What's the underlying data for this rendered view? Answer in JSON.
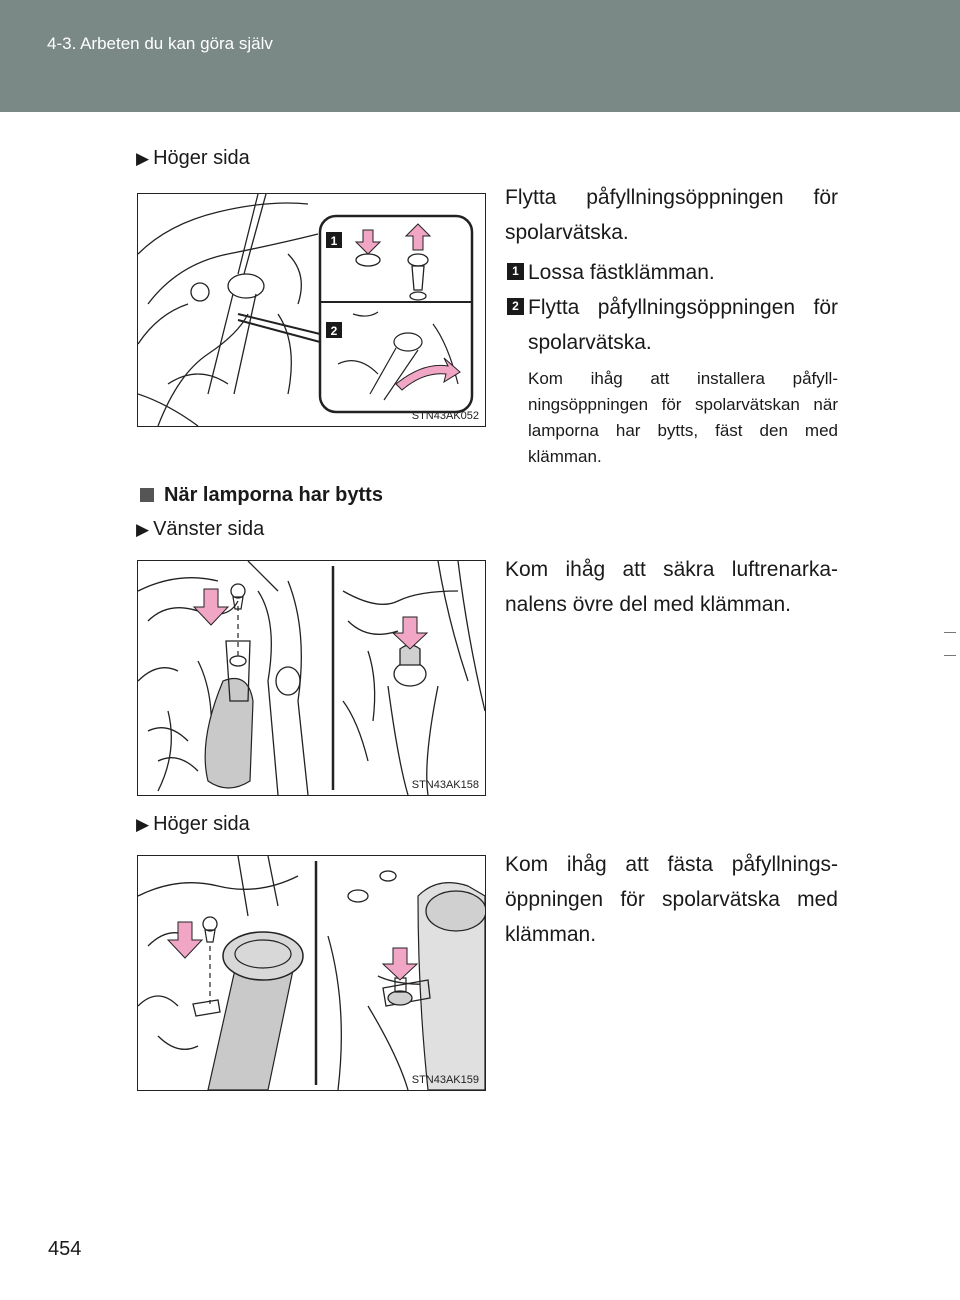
{
  "header": {
    "section": "4-3. Arbeten du kan göra själv"
  },
  "page_number": "454",
  "section1": {
    "bullet": "Höger sida",
    "intro": "Flytta påfyllningsöppningen för spolarvätska.",
    "steps": [
      {
        "num": "1",
        "text": "Lossa fästklämman."
      },
      {
        "num": "2",
        "text": "Flytta påfyllningsöppningen för spolarvätska."
      }
    ],
    "note": "Kom ihåg att installera påfyll-ningsöppningen för spolarvätskan när lamporna har bytts, fäst den med klämman.",
    "figure_code": "STN43AK052",
    "figure_labels": [
      "1",
      "2"
    ]
  },
  "section2": {
    "heading": "När lamporna har bytts",
    "left": {
      "bullet": "Vänster sida",
      "text": "Kom ihåg att säkra luftrenarka-nalens övre del med klämman.",
      "figure_code": "STN43AK158"
    },
    "right": {
      "bullet": "Höger sida",
      "text": "Kom ihåg att fästa påfyllnings-öppningen för spolarvätska med klämman.",
      "figure_code": "STN43AK159"
    }
  },
  "colors": {
    "header": "#7a8886",
    "arrow_pink": "#f2a6c6",
    "step_box": "#1a1a1a"
  }
}
